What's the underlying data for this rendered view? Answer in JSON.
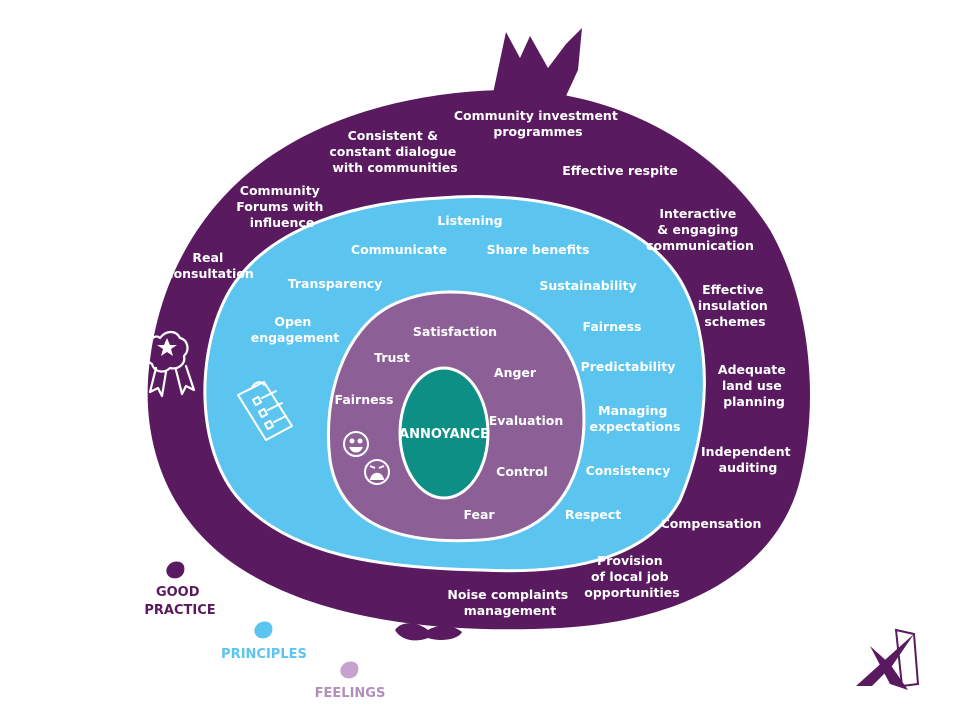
{
  "diagram": {
    "colors": {
      "good_practice": "#5a1a5f",
      "principles": "#5bc5f0",
      "feelings": "#8c5f97",
      "annoyance": "#0d8f86",
      "white": "#ffffff"
    },
    "outer_ring": {
      "labels": [
        [
          "Community investment",
          "programmes"
        ],
        [
          "Consistent &",
          "constant dialogue",
          "with communities"
        ],
        [
          "Effective respite"
        ],
        [
          "Community",
          "Forums with",
          "influence"
        ],
        [
          "Interactive",
          "& engaging",
          "communication"
        ],
        [
          "Real",
          "consultation"
        ],
        [
          "Effective",
          "insulation",
          "schemes"
        ],
        [
          "Adequate",
          "land use",
          "planning"
        ],
        [
          "Independent",
          "auditing"
        ],
        [
          "Compensation"
        ],
        [
          "Provision",
          "of local job",
          "opportunities"
        ],
        [
          "Noise complaints",
          "management"
        ]
      ]
    },
    "middle_ring": {
      "labels": [
        [
          "Listening"
        ],
        [
          "Communicate"
        ],
        [
          "Share benefits"
        ],
        [
          "Transparency"
        ],
        [
          "Sustainability"
        ],
        [
          "Open",
          "engagement"
        ],
        [
          "Fairness"
        ],
        [
          "Predictability"
        ],
        [
          "Managing",
          "expectations"
        ],
        [
          "Consistency"
        ],
        [
          "Respect"
        ]
      ]
    },
    "inner_ring": {
      "labels": [
        [
          "Satisfaction"
        ],
        [
          "Trust"
        ],
        [
          "Anger"
        ],
        [
          "Fairness"
        ],
        [
          "Evaluation"
        ],
        [
          "Control"
        ],
        [
          "Fear"
        ]
      ]
    },
    "core": {
      "label": "ANNOYANCE"
    },
    "icons": [
      "award-rosette-icon",
      "checklist-clipboard-icon",
      "happy-face-icon",
      "angry-face-icon",
      "brand-logo-icon"
    ]
  },
  "legend": {
    "items": [
      {
        "lines": [
          "GOOD",
          "PRACTICE"
        ],
        "color": "#5a1a5f"
      },
      {
        "lines": [
          "PRINCIPLES"
        ],
        "color": "#5bc5f0"
      },
      {
        "lines": [
          "FEELINGS"
        ],
        "color": "#8c5f97"
      }
    ]
  }
}
